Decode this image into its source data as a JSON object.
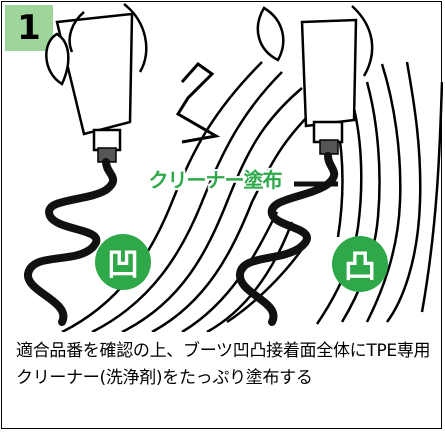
{
  "step": {
    "number": "1",
    "badge_color": "#9ed59a"
  },
  "illustration": {
    "label": "クリーナー塗布",
    "label_color": "#2fa84a",
    "concave_badge": "凹",
    "convex_badge": "凸",
    "badge_color": "#2fa84a"
  },
  "instruction": {
    "text": "適合品番を確認の上、ブーツ凹凸接着面全体にTPE専用クリーナー(洗浄剤)をたっぷり塗布する"
  }
}
